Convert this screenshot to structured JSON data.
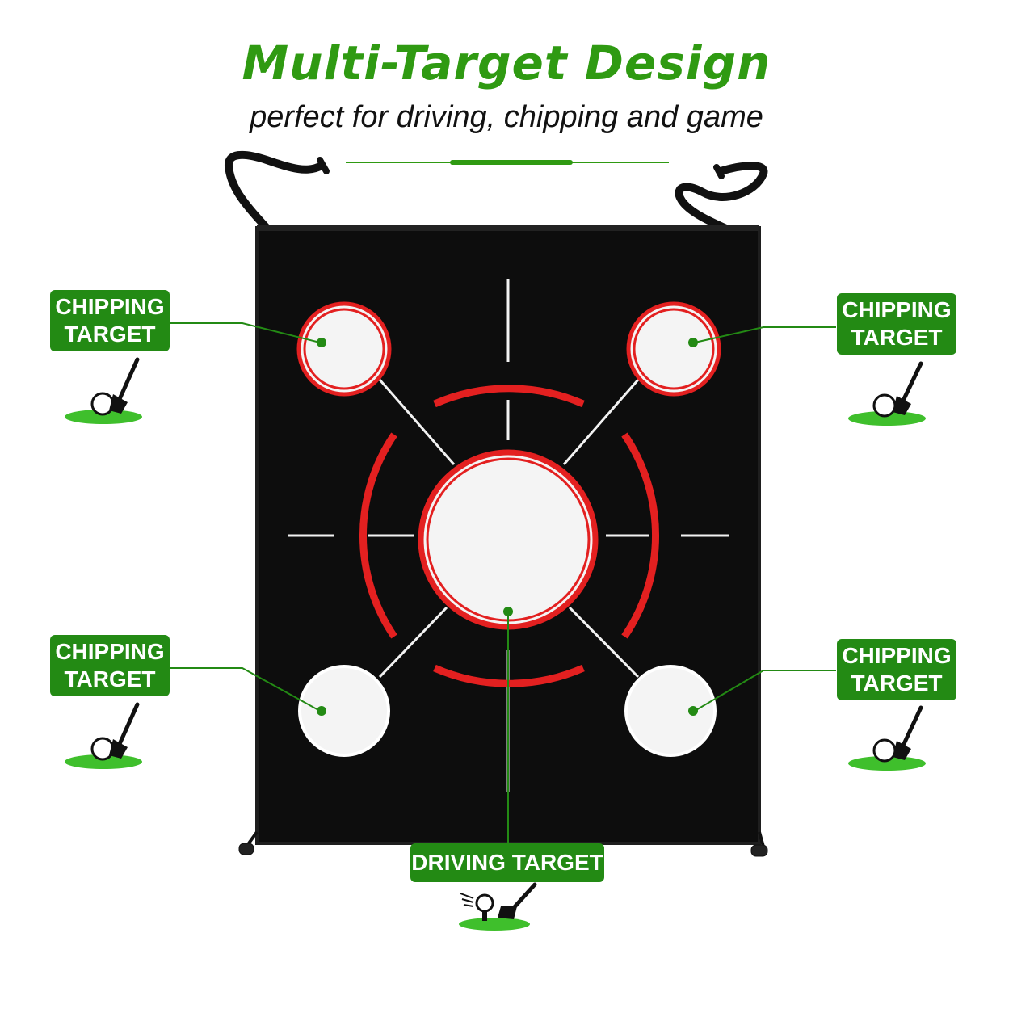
{
  "header": {
    "title": "Multi-Target Design",
    "subtitle": "perfect for driving, chipping and game"
  },
  "labels": {
    "top_left": {
      "line1": "CHIPPING",
      "line2": "TARGET"
    },
    "top_right": {
      "line1": "CHIPPING",
      "line2": "TARGET"
    },
    "bottom_left": {
      "line1": "CHIPPING",
      "line2": "TARGET"
    },
    "bottom_right": {
      "line1": "CHIPPING",
      "line2": "TARGET"
    },
    "center": "DRIVING TARGET"
  },
  "colors": {
    "brand_green": "#238a14",
    "title_green": "#2f9a12",
    "net_black": "#0d0d0d",
    "ring_red": "#e32020",
    "target_white": "#f4f4f4",
    "grass_green": "#3fbf2c"
  },
  "icons": [
    "golf-club-chip-icon",
    "golf-club-drive-icon",
    "strap-icon",
    "carabiner-icon"
  ]
}
